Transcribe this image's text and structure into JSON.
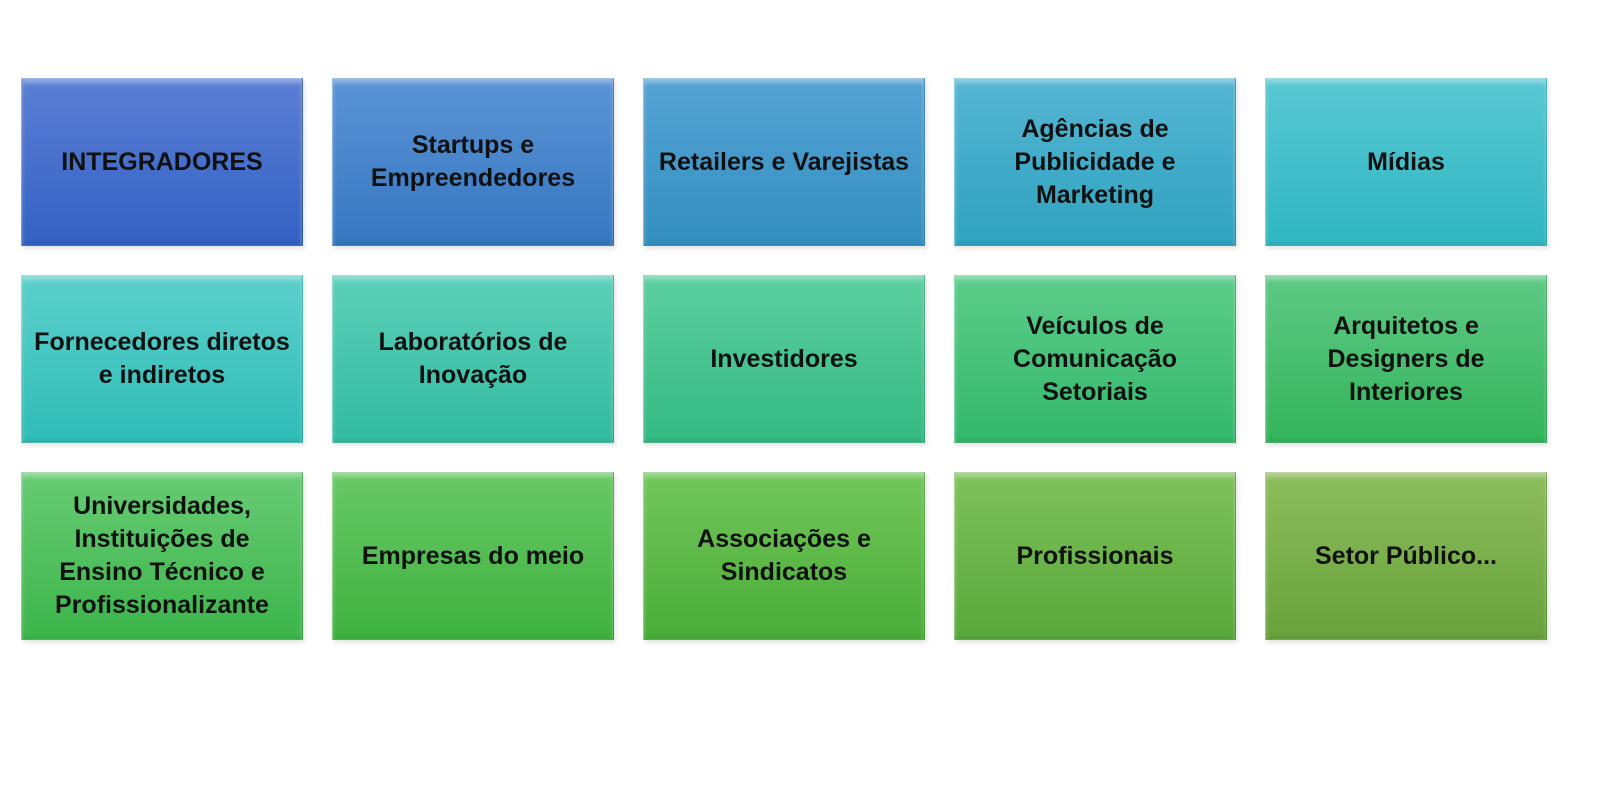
{
  "tiles": [
    {
      "label": "INTEGRADORES",
      "top": "#5b7fd4",
      "bottom": "#3361c4"
    },
    {
      "label": "Startups e\nEmpreendedores",
      "top": "#5b93d6",
      "bottom": "#3577c0"
    },
    {
      "label": "Retailers e Varejistas",
      "top": "#55a3d5",
      "bottom": "#338fbf"
    },
    {
      "label": "Agências de\nPublicidade e\nMarketing",
      "top": "#55b5d3",
      "bottom": "#2fa3bf"
    },
    {
      "label": "Mídias",
      "top": "#58c8d3",
      "bottom": "#2fb6c1"
    },
    {
      "label": "Fornecedores diretos\ne indiretos",
      "top": "#5cd0cc",
      "bottom": "#2fbcb7"
    },
    {
      "label": "Laboratórios de\nInovação",
      "top": "#5ccfb8",
      "bottom": "#31bba0"
    },
    {
      "label": "Investidores",
      "top": "#5ccf9f",
      "bottom": "#33b982"
    },
    {
      "label": "Veículos de\nComunicação\nSetoriais",
      "top": "#5ccc8a",
      "bottom": "#33b86b"
    },
    {
      "label": "Arquitetos e\nDesigners de\nInteriores",
      "top": "#5ec985",
      "bottom": "#33b45a"
    },
    {
      "label": "Universidades,\nInstituições de\nEnsino Técnico e\nProfissionalizante",
      "top": "#67cb74",
      "bottom": "#3cb54a"
    },
    {
      "label": "Empresas do meio",
      "top": "#68c866",
      "bottom": "#3eb13e"
    },
    {
      "label": "Associações e\nSindicatos",
      "top": "#73c65a",
      "bottom": "#48ad37"
    },
    {
      "label": "Profissionais",
      "top": "#7fc15a",
      "bottom": "#57a83a"
    },
    {
      "label": "Setor Público...",
      "top": "#8dbd5c",
      "bottom": "#68a23b"
    }
  ]
}
